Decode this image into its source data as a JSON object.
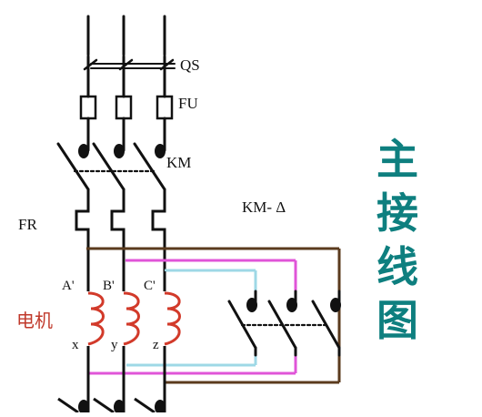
{
  "labels": {
    "qs": "QS",
    "fu": "FU",
    "km": "KM",
    "fr": "FR",
    "km_delta": "KM- Δ",
    "a_prime": "A'",
    "b_prime": "B'",
    "c_prime": "C'",
    "x": "x",
    "y": "y",
    "z": "z",
    "motor": "电机"
  },
  "title_chars": [
    "主",
    "接",
    "线",
    "图"
  ],
  "colors": {
    "title": "#0e7f7f",
    "motor_label": "#c0392b",
    "coil": "#d23a2a",
    "brown_bus": "#5b3b1e",
    "pink_bus": "#e055d8",
    "blue_bus": "#9ed8e6",
    "wire": "#111111"
  }
}
